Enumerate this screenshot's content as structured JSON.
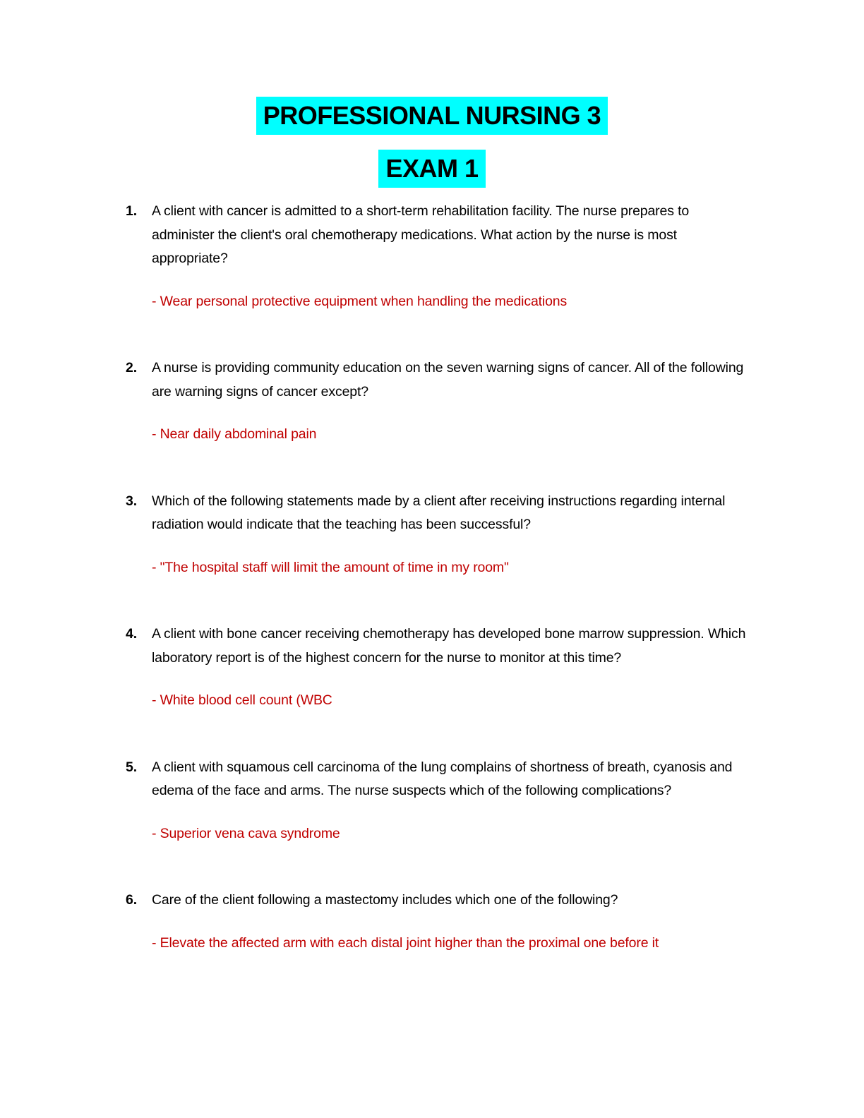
{
  "document": {
    "title": "PROFESSIONAL NURSING 3",
    "subtitle": "EXAM 1",
    "highlight_color": "#00ffff",
    "answer_color": "#c00000"
  },
  "questions": [
    {
      "number": "1.",
      "question": "A client with cancer is admitted to a short-term rehabilitation facility. The nurse prepares to administer the client's oral chemotherapy medications. What action by the nurse is most appropriate?",
      "answer": "- Wear personal protective equipment when handling the medications"
    },
    {
      "number": "2.",
      "question": "A nurse is providing community education on the seven warning signs of cancer. All of the following are warning signs of cancer except?",
      "answer": "- Near daily abdominal pain"
    },
    {
      "number": "3.",
      "question": "Which of the following statements made by a client after receiving instructions regarding internal radiation would indicate that the teaching has been successful?",
      "answer": "- \"The hospital staff will limit the amount of time in my room\""
    },
    {
      "number": "4.",
      "question": "A client with bone cancer receiving chemotherapy has developed bone marrow suppression. Which laboratory report is of the highest concern for the nurse to monitor at this time?",
      "answer": "- White blood cell count (WBC"
    },
    {
      "number": "5.",
      "question": "A client with squamous cell carcinoma of the lung complains of shortness of breath, cyanosis and edema of the face and arms. The nurse suspects which of the following complications?",
      "answer": "- Superior vena cava syndrome"
    },
    {
      "number": "6.",
      "question": "Care of the client following a mastectomy includes which one of the following?",
      "answer": "- Elevate the affected arm with each distal joint higher than the proximal one before it"
    }
  ]
}
